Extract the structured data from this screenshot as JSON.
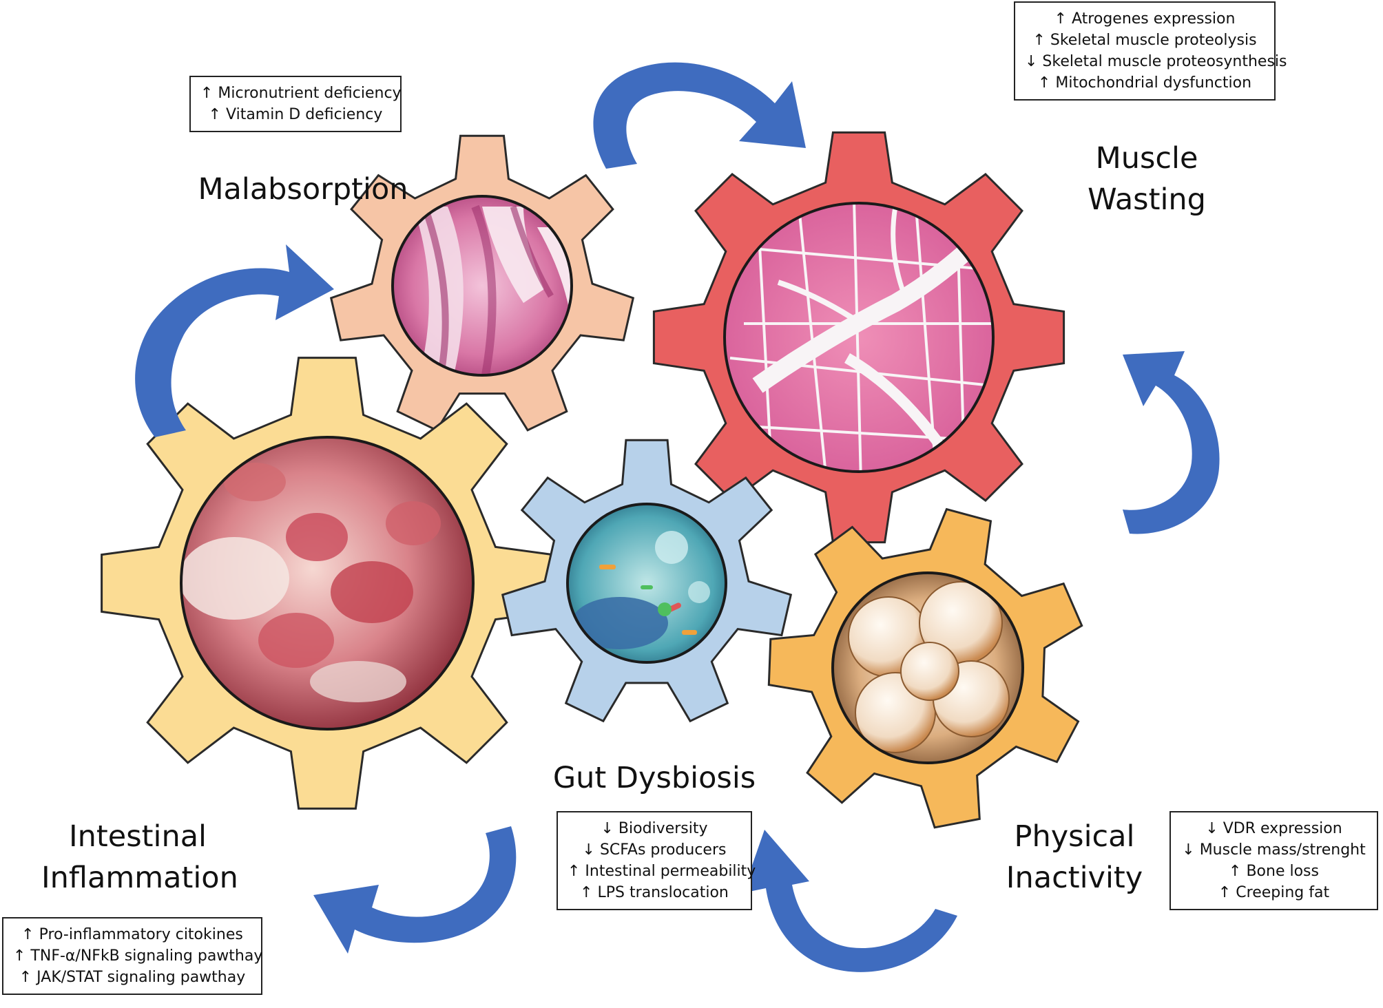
{
  "nodes": {
    "malabsorption": {
      "title": "Malabsorption",
      "items": [
        "↑ Micronutrient deficiency",
        "↑ Vitamin D deficiency"
      ]
    },
    "muscle_wasting": {
      "title_line1": "Muscle",
      "title_line2": "Wasting",
      "items": [
        "↑ Atrogenes expression",
        "↑ Skeletal muscle proteolysis",
        "↓ Skeletal muscle proteosynthesis",
        "↑ Mitochondrial dysfunction"
      ]
    },
    "intestinal_inflammation": {
      "title_line1": "Intestinal",
      "title_line2": "Inflammation",
      "items": [
        "↑ Pro-inflammatory citokines",
        "↑ TNF-α/NFkB signaling pawthay",
        "↑ JAK/STAT signaling pawthay"
      ]
    },
    "gut_dysbiosis": {
      "title": "Gut Dysbiosis",
      "items": [
        "↓ Biodiversity",
        "↓ SCFAs producers",
        "↑ Intestinal permeability",
        "↑ LPS translocation"
      ]
    },
    "physical_inactivity": {
      "title_line1": "Physical",
      "title_line2": "Inactivity",
      "items": [
        "↓ VDR expression",
        "↓ Muscle mass/strenght",
        "↑ Bone loss",
        "↑ Creeping fat"
      ]
    }
  },
  "colors": {
    "gear_malabsorption": "#f6c5a6",
    "gear_muscle": "#e86060",
    "gear_inflammation": "#fbdc94",
    "gear_dysbiosis": "#b7d1ea",
    "gear_inactivity": "#f6b85a",
    "arrow": "#3f6cbf"
  }
}
